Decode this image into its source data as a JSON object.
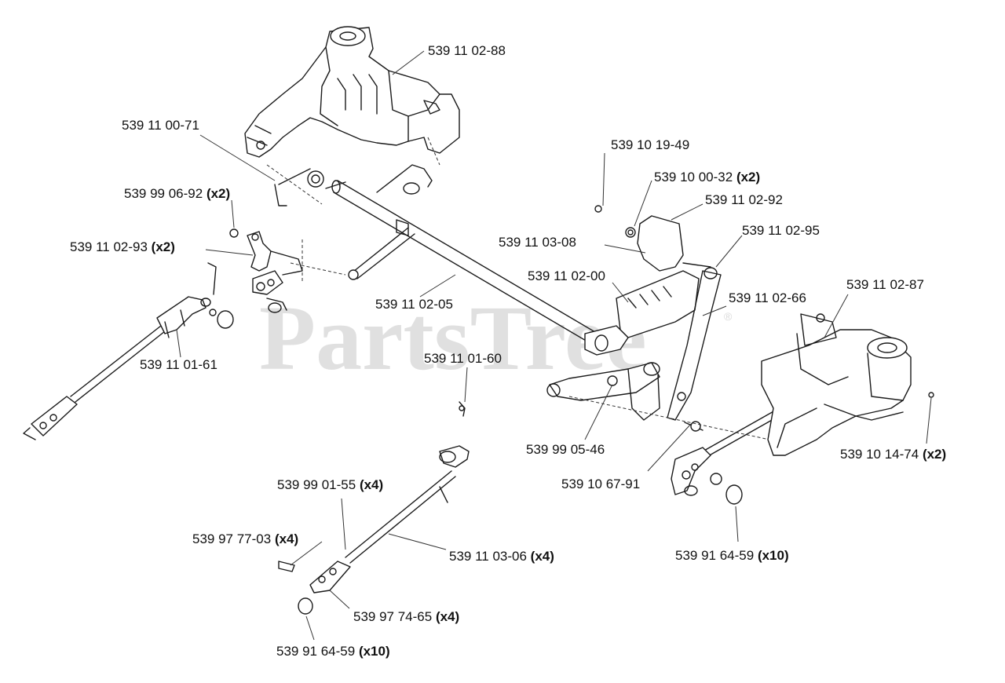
{
  "watermark": {
    "text": "PartsTree",
    "trademark": "®"
  },
  "callouts": [
    {
      "id": "539-11-02-88",
      "part": "539 11 02-88",
      "qty": ""
    },
    {
      "id": "539-11-00-71",
      "part": "539 11 00-71",
      "qty": ""
    },
    {
      "id": "539-10-19-49",
      "part": "539 10 19-49",
      "qty": ""
    },
    {
      "id": "539-10-00-32",
      "part": "539 10 00-32",
      "qty": "(x2)"
    },
    {
      "id": "539-99-06-92",
      "part": "539 99 06-92",
      "qty": "(x2)"
    },
    {
      "id": "539-11-02-92",
      "part": "539 11 02-92",
      "qty": ""
    },
    {
      "id": "539-11-02-95",
      "part": "539 11 02-95",
      "qty": ""
    },
    {
      "id": "539-11-03-08",
      "part": "539 11 03-08",
      "qty": ""
    },
    {
      "id": "539-11-02-93",
      "part": "539 11 02-93",
      "qty": "(x2)"
    },
    {
      "id": "539-11-02-00",
      "part": "539 11 02-00",
      "qty": ""
    },
    {
      "id": "539-11-02-87",
      "part": "539 11 02-87",
      "qty": ""
    },
    {
      "id": "539-11-02-66",
      "part": "539 11 02-66",
      "qty": ""
    },
    {
      "id": "539-11-02-05",
      "part": "539 11 02-05",
      "qty": ""
    },
    {
      "id": "539-11-01-61",
      "part": "539 11 01-61",
      "qty": ""
    },
    {
      "id": "539-11-01-60",
      "part": "539 11 01-60",
      "qty": ""
    },
    {
      "id": "539-99-05-46",
      "part": "539 99 05-46",
      "qty": ""
    },
    {
      "id": "539-10-14-74",
      "part": "539 10 14-74",
      "qty": "(x2)"
    },
    {
      "id": "539-10-67-91",
      "part": "539 10 67-91",
      "qty": ""
    },
    {
      "id": "539-99-01-55",
      "part": "539 99 01-55",
      "qty": "(x4)"
    },
    {
      "id": "539-97-77-03",
      "part": "539 97 77-03",
      "qty": "(x4)"
    },
    {
      "id": "539-11-03-06",
      "part": "539 11 03-06",
      "qty": "(x4)"
    },
    {
      "id": "539-91-64-59-right",
      "part": "539 91 64-59",
      "qty": "(x10)"
    },
    {
      "id": "539-97-74-65",
      "part": "539 97 74-65",
      "qty": "(x4)"
    },
    {
      "id": "539-91-64-59-bottom",
      "part": "539 91 64-59",
      "qty": "(x10)"
    }
  ]
}
